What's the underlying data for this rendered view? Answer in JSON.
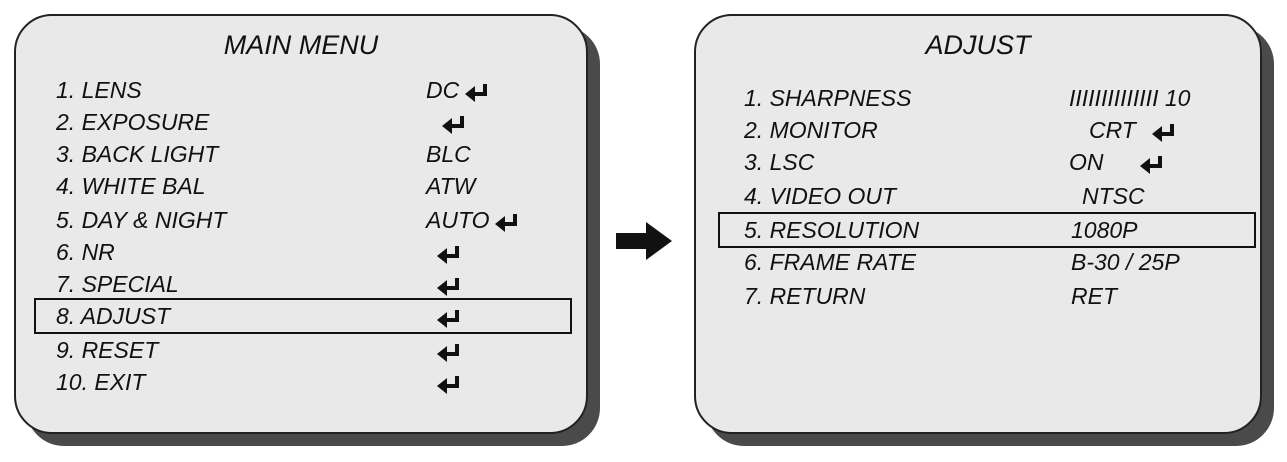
{
  "main_menu": {
    "title": "MAIN MENU",
    "items": [
      {
        "label": "1. LENS",
        "value": "DC",
        "enter": true
      },
      {
        "label": "2. EXPOSURE",
        "value": "",
        "enter": true
      },
      {
        "label": "3. BACK LIGHT",
        "value": "BLC",
        "enter": false
      },
      {
        "label": "4. WHITE BAL",
        "value": "ATW",
        "enter": false
      },
      {
        "label": "5. DAY & NIGHT",
        "value": "AUTO",
        "enter": true
      },
      {
        "label": "6. NR",
        "value": "",
        "enter": true
      },
      {
        "label": "7. SPECIAL",
        "value": "",
        "enter": true
      },
      {
        "label": "8. ADJUST",
        "value": "",
        "enter": true,
        "selected": true
      },
      {
        "label": "9. RESET",
        "value": "",
        "enter": true
      },
      {
        "label": "10. EXIT",
        "value": "",
        "enter": true
      }
    ]
  },
  "adjust_menu": {
    "title": "ADJUST",
    "items": [
      {
        "label": "1. SHARPNESS",
        "value": "IIIIIIIIIIIIII 10",
        "enter": false
      },
      {
        "label": "2. MONITOR",
        "value": "CRT",
        "enter": true
      },
      {
        "label": "3. LSC",
        "value": "ON",
        "enter": true
      },
      {
        "label": "4. VIDEO OUT",
        "value": "NTSC",
        "enter": false
      },
      {
        "label": "5. RESOLUTION",
        "value": "1080P",
        "enter": false,
        "selected": true
      },
      {
        "label": "6. FRAME RATE",
        "value": "B-30 / 25P",
        "enter": false
      },
      {
        "label": "7. RETURN",
        "value": "RET",
        "enter": false
      }
    ]
  },
  "icons": {
    "enter": "enter-return-icon",
    "transition": "right-arrow-icon"
  },
  "colors": {
    "panel_bg": "#e9e9e9",
    "shadow": "#4a4a4a",
    "text": "#111111"
  }
}
